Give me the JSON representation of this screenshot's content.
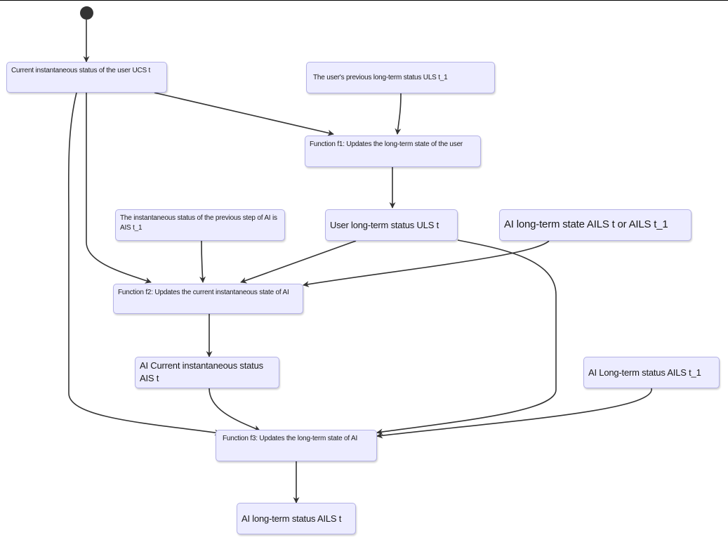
{
  "nodes": {
    "ucs": "Current instantaneous status of the user UCS t",
    "uls_prev": "The user's previous long-term status ULS t_1",
    "f1": "Function f1: Updates the long-term state of the user",
    "ais_prev": "The instantaneous status of the previous step of AI is AIS t_1",
    "uls": "User long-term status ULS t",
    "ails_or": "AI long-term state AILS t or AILS t_1",
    "f2": "Function f2: Updates the current instantaneous state of AI",
    "ais": "AI Current instantaneous status AIS t",
    "ails_prev": "AI Long-term status AILS t_1",
    "f3": "Function f3: Updates the long-term state of AI",
    "ails": "AI long-term status AILS t"
  },
  "colors": {
    "node_fill": "#ececff",
    "node_border": "#b4b2e6",
    "edge": "#333333"
  }
}
